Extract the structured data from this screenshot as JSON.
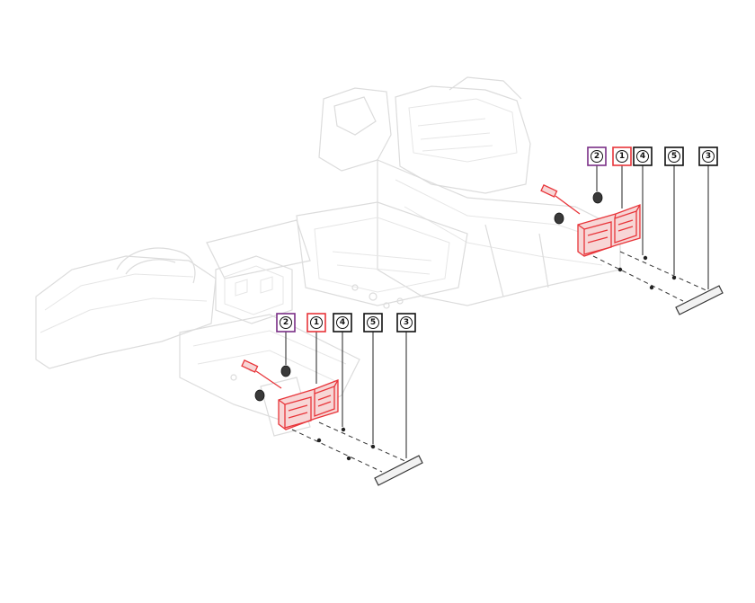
{
  "colors": {
    "part_1_outline": "#e8353a",
    "part_2_outline": "#7a2e86",
    "callout_default": "#111111",
    "vehicle_ghost": "#dcdcdc"
  },
  "callouts": {
    "right_assembly": [
      {
        "number": "2",
        "color": "#7a2e86"
      },
      {
        "number": "1",
        "color": "#e8353a"
      },
      {
        "number": "4",
        "color": "#111111"
      },
      {
        "number": "5",
        "color": "#111111"
      },
      {
        "number": "3",
        "color": "#111111"
      }
    ],
    "left_assembly": [
      {
        "number": "2",
        "color": "#7a2e86"
      },
      {
        "number": "1",
        "color": "#e8353a"
      },
      {
        "number": "4",
        "color": "#111111"
      },
      {
        "number": "5",
        "color": "#111111"
      },
      {
        "number": "3",
        "color": "#111111"
      }
    ]
  }
}
